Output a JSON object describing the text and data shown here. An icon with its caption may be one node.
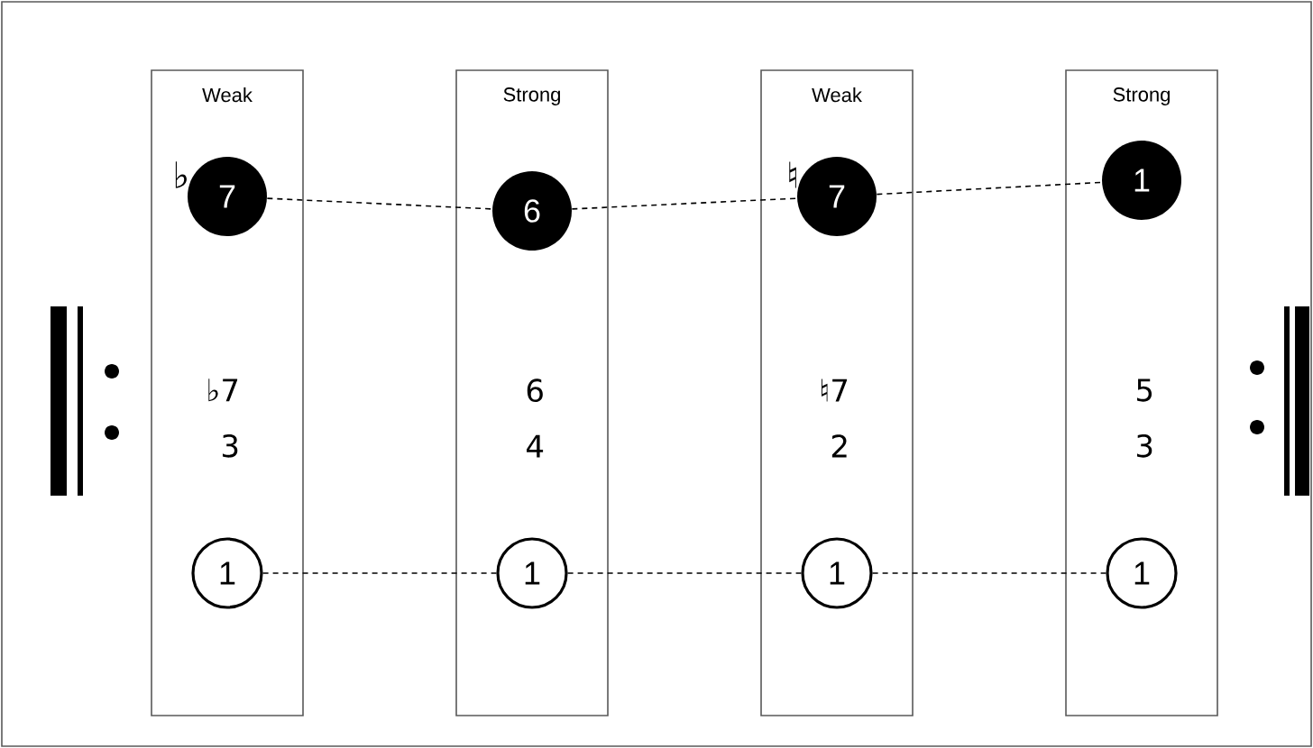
{
  "diagram": {
    "nodes": [
      {
        "text": [
          "Weak",
          "♭7 3"
        ]
      },
      {
        "text": [
          "7"
        ],
        "in": 0,
        "beside": [
          "♭"
        ]
      },
      {
        "text": [
          "1"
        ],
        "in": 0
      },
      {
        "text": [
          "Strong",
          "6 4"
        ]
      },
      {
        "text": [
          "6"
        ],
        "in": 3
      },
      {
        "text": [
          "1"
        ],
        "in": 3
      },
      {
        "text": [
          "Weak",
          "♮7 2"
        ]
      },
      {
        "text": [
          "7"
        ],
        "in": 6,
        "beside": [
          "♮"
        ]
      },
      {
        "text": [
          "1"
        ],
        "in": 6
      },
      {
        "text": [
          "Strong",
          "5 3"
        ]
      },
      {
        "text": [
          "1"
        ],
        "in": 9
      },
      {
        "text": [
          "1"
        ],
        "in": 9
      }
    ],
    "edges": [
      {
        "from": 1,
        "to": 4,
        "arrow": "none",
        "style": "dashed"
      },
      {
        "from": 4,
        "to": 7,
        "arrow": "none",
        "style": "dashed"
      },
      {
        "from": 7,
        "to": 10,
        "arrow": "none",
        "style": "dashed"
      },
      {
        "from": 2,
        "to": 5,
        "arrow": "none",
        "style": "dashed"
      },
      {
        "from": 5,
        "to": 8,
        "arrow": "none",
        "style": "dashed"
      },
      {
        "from": 8,
        "to": 11,
        "arrow": "none",
        "style": "dashed"
      }
    ]
  }
}
